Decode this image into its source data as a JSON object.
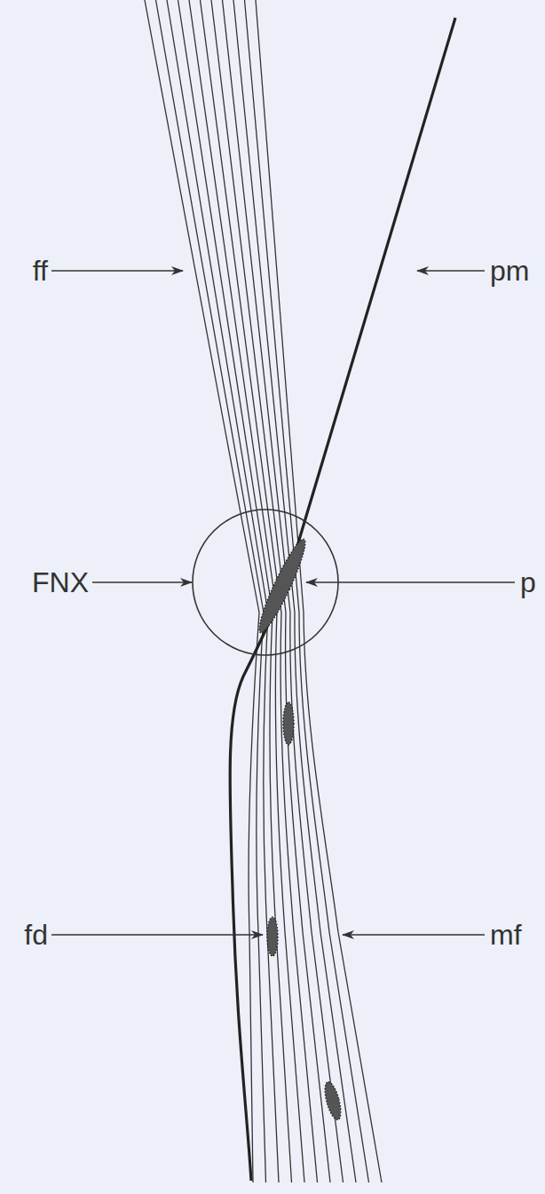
{
  "diagram": {
    "labels": [
      "ff",
      "pm",
      "FNX",
      "p",
      "fd",
      "mf"
    ]
  }
}
